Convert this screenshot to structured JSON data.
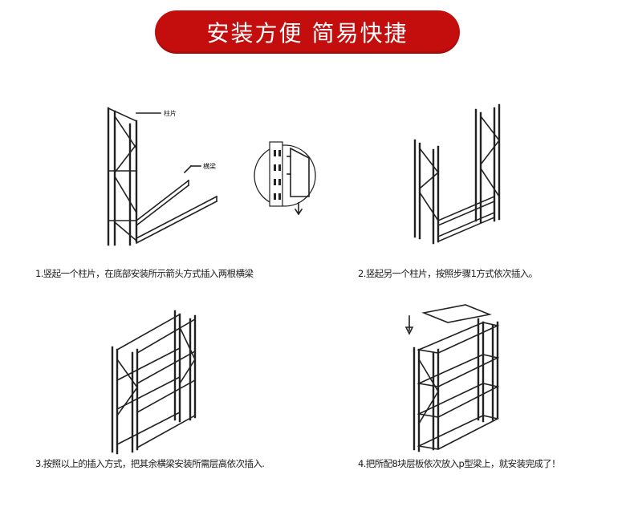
{
  "header": {
    "title": "安装方便 简易快捷"
  },
  "steps": [
    {
      "caption": "1.竖起一个柱片，在底部安装所示箭头方式插入两根横梁",
      "labels": {
        "post": "柱片",
        "beam": "横梁"
      }
    },
    {
      "caption": "2.竖起另一个柱片，按照步骤1方式依次插入。"
    },
    {
      "caption": "3.按照以上的插入方式，把其余横梁安装所需层高依次插入."
    },
    {
      "caption": "4.把所配8块层板依次放入p型梁上，就安装完成了！"
    }
  ],
  "colors": {
    "header_bg": "#c40d0d",
    "header_text": "#ffffff",
    "line": "#222222"
  }
}
